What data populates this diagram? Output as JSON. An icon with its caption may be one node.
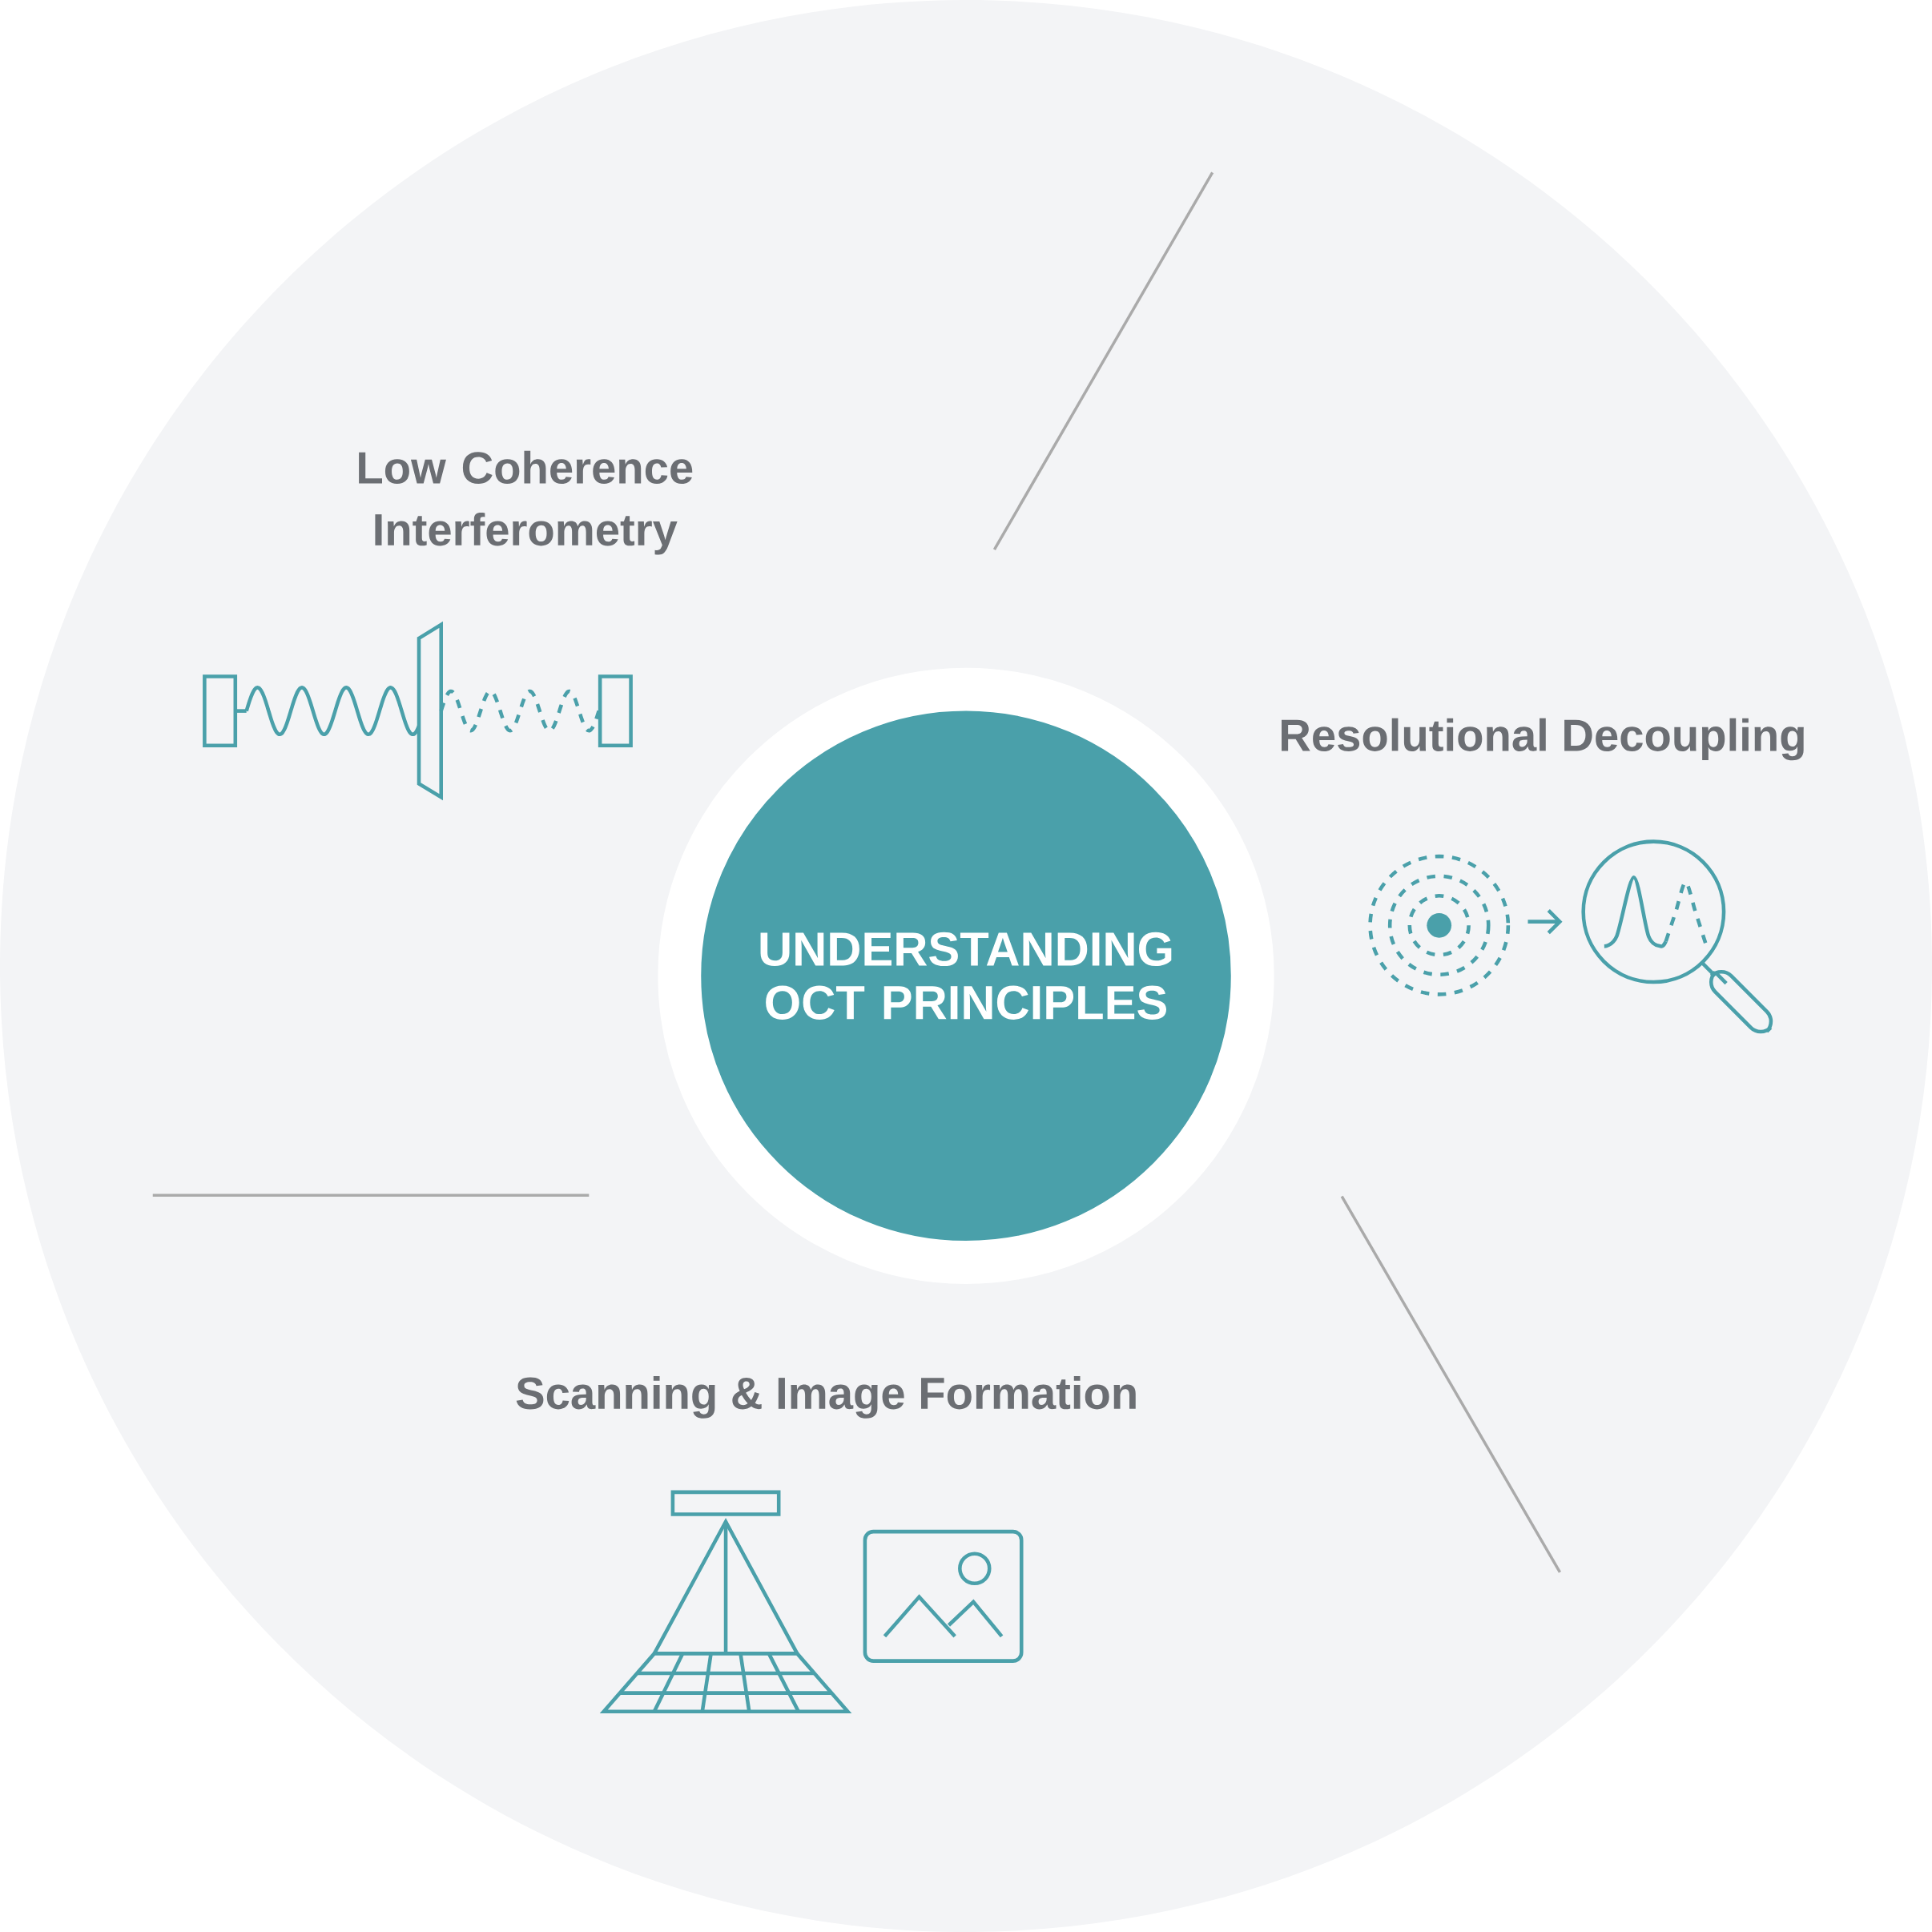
{
  "diagram": {
    "nodes": [
      {
        "text": [
          "UNDERSTANDING OCT PRINCIPLES"
        ]
      }
    ],
    "labels": [
      "Low Coherence Interferometry",
      "Resolutional Decoupling",
      "Scanning & Image Formation"
    ]
  }
}
